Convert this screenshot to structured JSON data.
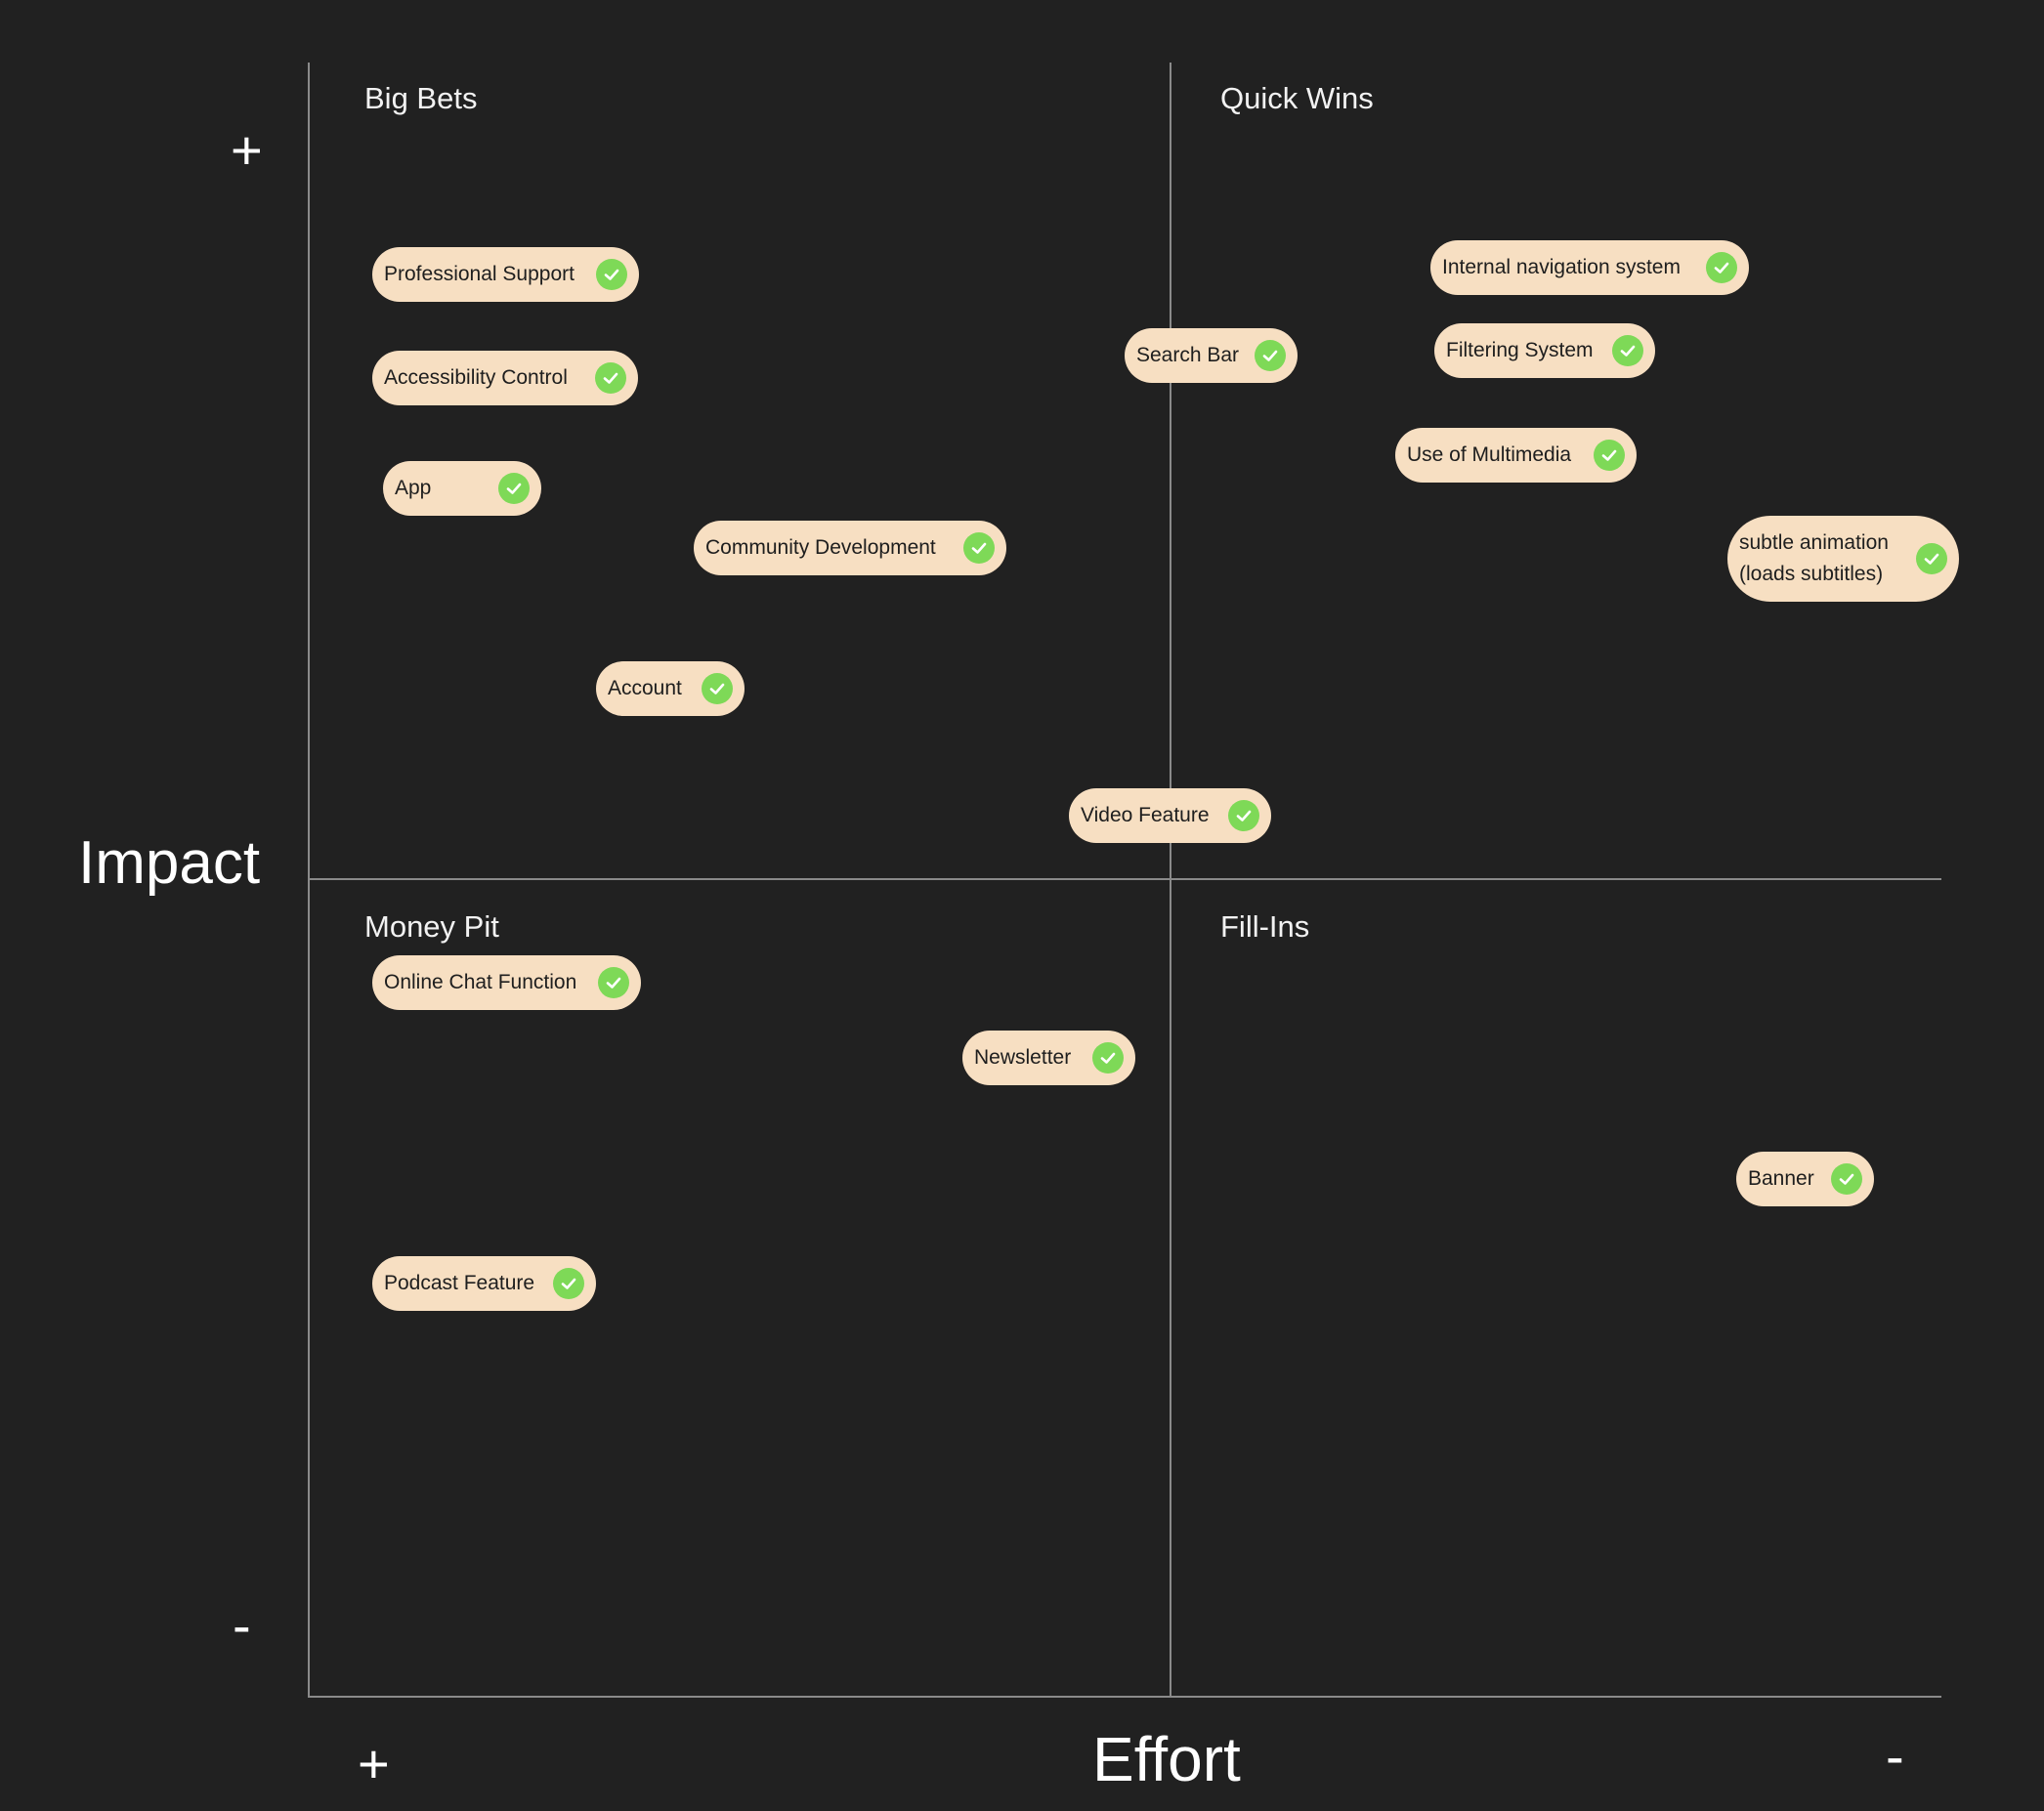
{
  "axes": {
    "y_title": "Impact",
    "x_title": "Effort",
    "y_plus": "+",
    "y_minus": "-",
    "x_plus": "+",
    "x_minus": "-"
  },
  "quadrants": {
    "top_left": "Big Bets",
    "top_right": "Quick Wins",
    "bottom_left": "Money Pit",
    "bottom_right": "Fill-Ins"
  },
  "items": [
    {
      "label": "Professional Support",
      "icon": "check-circle-icon"
    },
    {
      "label": "Accessibility Control",
      "icon": "check-circle-icon"
    },
    {
      "label": "App",
      "icon": "check-circle-icon"
    },
    {
      "label": "Community Development",
      "icon": "check-circle-icon"
    },
    {
      "label": "Account",
      "icon": "check-circle-icon"
    },
    {
      "label": "Search Bar",
      "icon": "check-circle-icon"
    },
    {
      "label": "Internal navigation system",
      "icon": "check-circle-icon"
    },
    {
      "label": "Filtering System",
      "icon": "check-circle-icon"
    },
    {
      "label": "Use of Multimedia",
      "icon": "check-circle-icon"
    },
    {
      "label": "subtle animation (loads subtitles)",
      "icon": "check-circle-icon"
    },
    {
      "label": "Video Feature",
      "icon": "check-circle-icon"
    },
    {
      "label": "Online Chat Function",
      "icon": "check-circle-icon"
    },
    {
      "label": "Newsletter",
      "icon": "check-circle-icon"
    },
    {
      "label": "Banner",
      "icon": "check-circle-icon"
    },
    {
      "label": "Podcast Feature",
      "icon": "check-circle-icon"
    }
  ],
  "colors": {
    "background": "#212121",
    "chip": "#f7dfc2",
    "check": "#7ed957",
    "axis": "#8a8a8a"
  }
}
